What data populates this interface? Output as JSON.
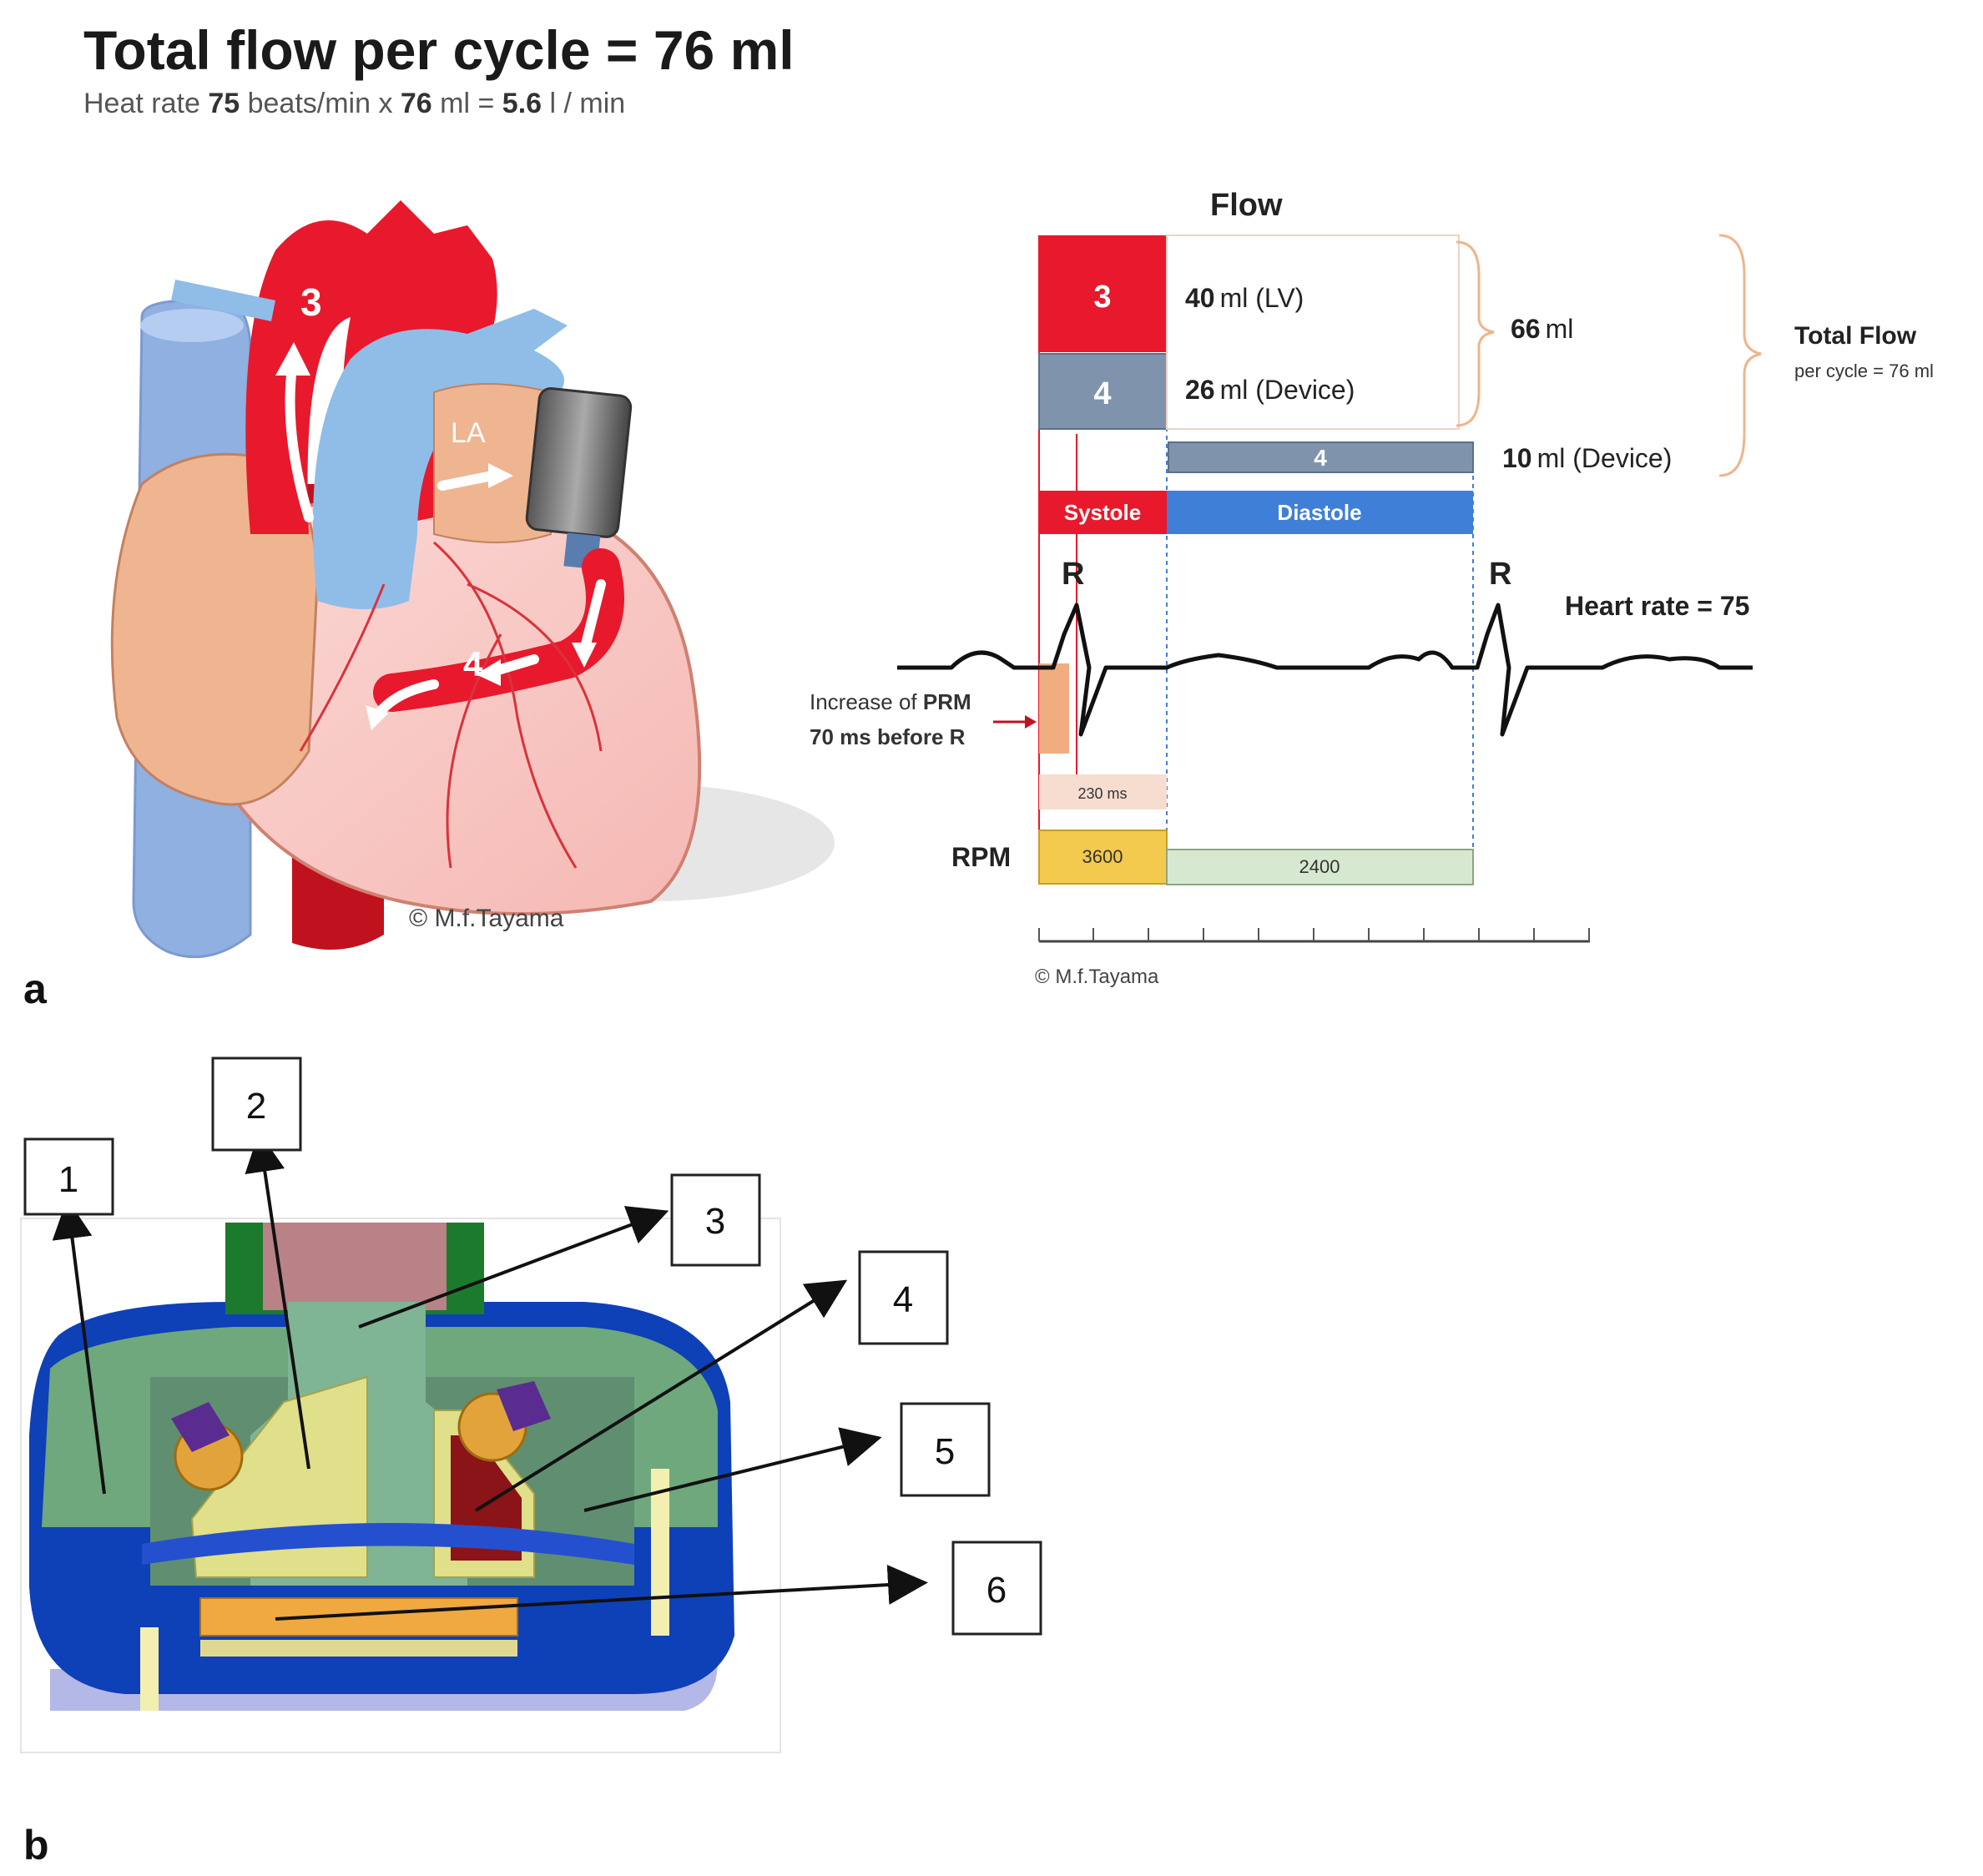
{
  "header": {
    "title": "Total flow per cycle = 76 ml",
    "subtitle_pre": "Heat rate ",
    "subtitle_hr": "75",
    "subtitle_mid1": " beats/min x ",
    "subtitle_vol": "76",
    "subtitle_mid2": " ml = ",
    "subtitle_result": "5.6",
    "subtitle_unit": " l / min"
  },
  "heart": {
    "label_3": "3",
    "label_4": "4",
    "label_la": "LA",
    "copyright": "© M.f.Tayama"
  },
  "flow": {
    "heading": "Flow",
    "box_3": "3",
    "box_4": "4",
    "box_4b": "4",
    "lv_value": "40",
    "lv_unit": "ml  (LV)",
    "device_value": "26",
    "device_unit": "ml  (Device)",
    "sum_value": "66",
    "sum_unit": "ml",
    "diastolic_value": "10",
    "diastolic_unit": "ml  (Device)",
    "total_flow": "Total Flow",
    "total_sub": "per cycle = 76 ml",
    "systole": "Systole",
    "diastole": "Diastole",
    "r1": "R",
    "r2": "R",
    "heart_rate": "Heart rate = 75",
    "increase_text1": "Increase of ",
    "increase_prm": "PRM",
    "increase_text2": "70 ms before ",
    "increase_r": "R",
    "ms_box": "230 ms",
    "rpm_label": "RPM",
    "rpm_high": "3600",
    "rpm_low": "2400",
    "copyright2": "© M.f.Tayama"
  },
  "panel_labels": {
    "a": "a",
    "b": "b"
  },
  "device": {
    "callouts": [
      "1",
      "2",
      "3",
      "4",
      "5",
      "6"
    ]
  },
  "colors": {
    "systole": "#e8192c",
    "diastole": "#3f7fd8",
    "device_gray": "#7f93ad",
    "rpm_high": "#f3c94e",
    "rpm_low": "#d6e8cf",
    "ms_box": "#f6ddd0",
    "ecg": "#111111",
    "bracket": "#f0b48a"
  }
}
